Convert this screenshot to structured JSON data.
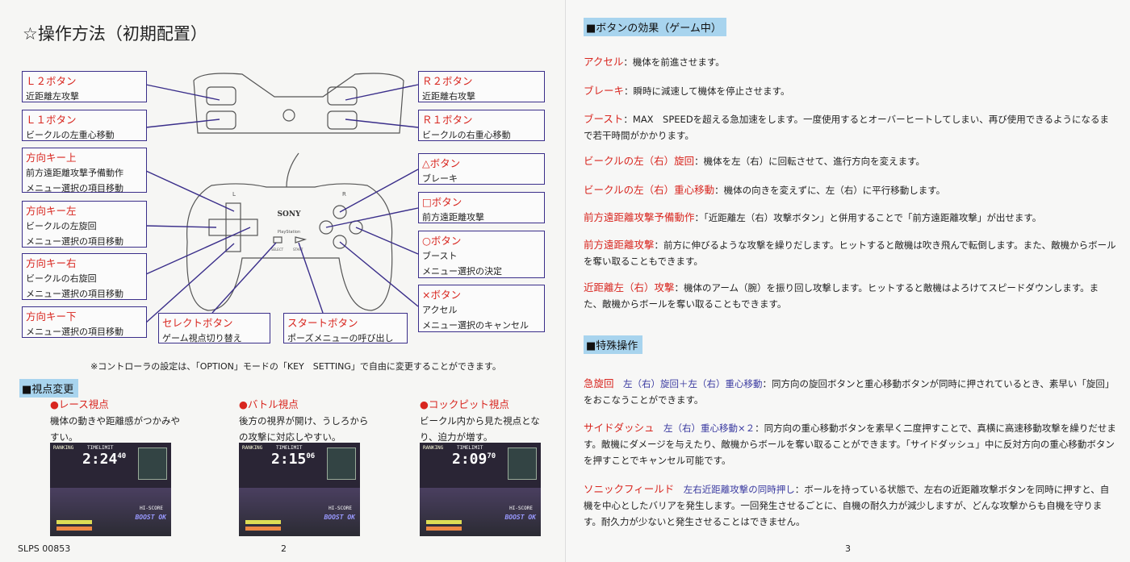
{
  "left_page": {
    "title": "☆操作方法（初期配置）",
    "boxes_left": [
      {
        "head": "Ｌ２ボタン",
        "lines": [
          "近距離左攻撃"
        ]
      },
      {
        "head": "Ｌ１ボタン",
        "lines": [
          "ビークルの左重心移動"
        ]
      },
      {
        "head": "方向キー上",
        "lines": [
          "前方遠距離攻撃予備動作",
          "メニュー選択の項目移動"
        ]
      },
      {
        "head": "方向キー左",
        "lines": [
          "ビークルの左旋回",
          "メニュー選択の項目移動"
        ]
      },
      {
        "head": "方向キー右",
        "lines": [
          "ビークルの右旋回",
          "メニュー選択の項目移動"
        ]
      },
      {
        "head": "方向キー下",
        "lines": [
          "メニュー選択の項目移動"
        ]
      }
    ],
    "boxes_right": [
      {
        "head": "Ｒ２ボタン",
        "lines": [
          "近距離右攻撃"
        ]
      },
      {
        "head": "Ｒ１ボタン",
        "lines": [
          "ビークルの右重心移動"
        ]
      },
      {
        "head": "△ボタン",
        "lines": [
          "ブレーキ"
        ]
      },
      {
        "head": "□ボタン",
        "lines": [
          "前方遠距離攻撃"
        ]
      },
      {
        "head": "○ボタン",
        "lines": [
          "ブースト",
          "メニュー選択の決定"
        ]
      },
      {
        "head": "×ボタン",
        "lines": [
          "アクセル",
          "メニュー選択のキャンセル"
        ]
      }
    ],
    "boxes_bottom": [
      {
        "head": "セレクトボタン",
        "lines": [
          "ゲーム視点切り替え"
        ]
      },
      {
        "head": "スタートボタン",
        "lines": [
          "ポーズメニューの呼び出し"
        ]
      }
    ],
    "controller": {
      "brand": "SONY",
      "logo": "PlayStation",
      "l": "L",
      "r": "R",
      "select": "SELECT",
      "start": "START"
    },
    "note": "※コントローラの設定は、「OPTION」モードの「KEY　SETTING」で自由に変更することができます。",
    "view_section": "■視点変更",
    "views": [
      {
        "head": "●レース視点",
        "text": "機体の動きや距離感がつかみやすい。",
        "time": "2:24",
        "ms": "40"
      },
      {
        "head": "●バトル視点",
        "text": "後方の視界が開け、うしろからの攻撃に対応しやすい。",
        "time": "2:15",
        "ms": "06"
      },
      {
        "head": "●コックピット視点",
        "text": "ビークル内から見た視点となり、迫力が増す。",
        "time": "2:09",
        "ms": "70"
      }
    ],
    "hud": {
      "ranking": "RANKING",
      "timelimit": "TIMELIMIT",
      "hiscore": "HI-SCORE",
      "boost": "BOOST OK"
    },
    "code": "SLPS 00853",
    "page_number": "2"
  },
  "right_page": {
    "section1": "■ボタンの効果（ゲーム中）",
    "effects": [
      {
        "key": "アクセル",
        "text": "：機体を前進させます。"
      },
      {
        "key": "ブレーキ",
        "text": "：瞬時に減速して機体を停止させます。"
      },
      {
        "key": "ブースト",
        "text": "：MAX　SPEEDを超える急加速をします。一度使用するとオーバーヒートしてしまい、再び使用できるようになるまで若干時間がかかります。"
      },
      {
        "key": "ビークルの左（右）旋回",
        "text": "：機体を左（右）に回転させて、進行方向を変えます。"
      },
      {
        "key": "ビークルの左（右）重心移動",
        "text": "：機体の向きを変えずに、左（右）に平行移動します。"
      },
      {
        "key": "前方遠距離攻撃予備動作",
        "text": "：「近距離左（右）攻撃ボタン」と併用することで「前方遠距離攻撃」が出せます。"
      },
      {
        "key": "前方遠距離攻撃",
        "text": "：前方に伸びるような攻撃を繰りだします。ヒットすると敵機は吹き飛んで転倒します。また、敵機からボールを奪い取ることもできます。"
      },
      {
        "key": "近距離左（右）攻撃",
        "text": "：機体のアーム（腕）を振り回し攻撃します。ヒットすると敵機はよろけてスピードダウンします。また、敵機からボールを奪い取ることもできます。"
      }
    ],
    "section2": "■特殊操作",
    "specials": [
      {
        "key": "急旋回",
        "combo": "左（右）旋回＋左（右）重心移動",
        "text": "：同方向の旋回ボタンと重心移動ボタンが同時に押されているとき、素早い「旋回」をおこなうことができます。"
      },
      {
        "key": "サイドダッシュ",
        "combo": "左（右）重心移動×２",
        "text": "：同方向の重心移動ボタンを素早く二度押すことで、真横に高速移動攻撃を繰りだせます。敵機にダメージを与えたり、敵機からボールを奪い取ることができます。「サイドダッシュ」中に反対方向の重心移動ボタンを押すことでキャンセル可能です。"
      },
      {
        "key": "ソニックフィールド",
        "combo": "左右近距離攻撃の同時押し",
        "text": "：ボールを持っている状態で、左右の近距離攻撃ボタンを同時に押すと、自機を中心としたバリアを発生します。一回発生させるごとに、自機の耐久力が減少しますが、どんな攻撃からも自機を守ります。耐久力が少ないと発生させることはできません。"
      }
    ],
    "page_number": "3"
  }
}
